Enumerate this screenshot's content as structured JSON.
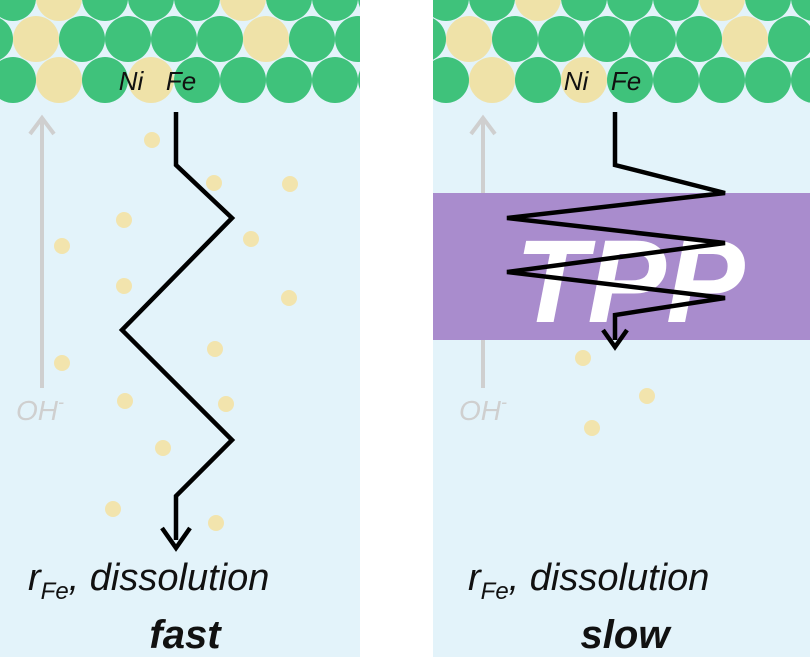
{
  "colors": {
    "panel_bg": "#e3f3fa",
    "ni": "#3fc27b",
    "fe": "#efe2a8",
    "fe_dot": "#f2e4ad",
    "tpp_band": "#a98ccd",
    "tpp_text": "#ffffff",
    "arrow_gray": "#cfcfcf",
    "path": "#000000"
  },
  "panels": [
    {
      "id": "left",
      "atom_labels": {
        "ni": "Ni",
        "fe": "Fe"
      },
      "oh_label": "OH",
      "oh_charge": "-",
      "r_symbol": "r",
      "r_subscript": "Fe",
      "caption_rest": ", dissolution",
      "rate": "fast"
    },
    {
      "id": "right",
      "atom_labels": {
        "ni": "Ni",
        "fe": "Fe"
      },
      "oh_label": "OH",
      "oh_charge": "-",
      "r_symbol": "r",
      "r_subscript": "Fe",
      "caption_rest": ", dissolution",
      "rate": "slow",
      "barrier_label": "TPP"
    }
  ]
}
